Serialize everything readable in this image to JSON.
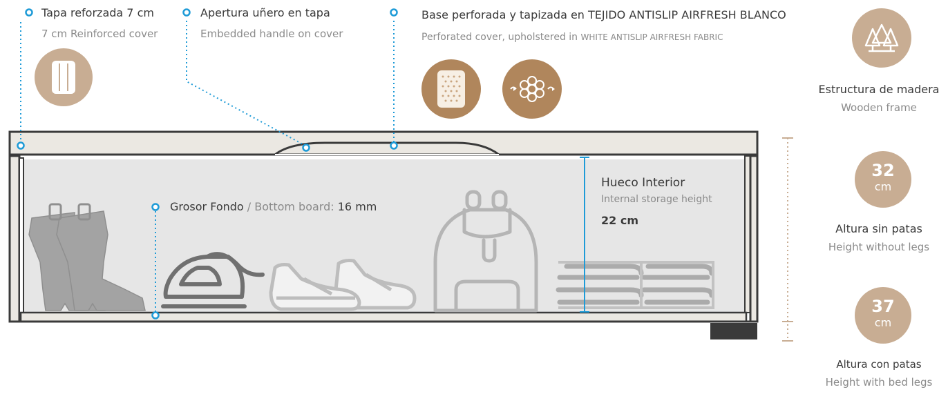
{
  "callouts": {
    "cover": {
      "es": "Tapa reforzada 7 cm",
      "en": "7 cm Reinforced cover"
    },
    "handle": {
      "es": "Apertura uñero en tapa",
      "en": "Embedded handle on cover"
    },
    "base": {
      "es": "Base perforada y tapizada en TEJIDO ANTISLIP AIRFRESH BLANCO",
      "en_prefix": "Perforated cover, upholstered in ",
      "en_caps": "WHITE ANTISLIP AIRFRESH FABRIC"
    },
    "bottom": {
      "es": "Grosor Fondo",
      "sep": " / ",
      "en": "Bottom board:",
      "value": " 16 mm"
    },
    "interior": {
      "es": "Hueco Interior",
      "en": "Internal storage height",
      "value": "22 cm"
    }
  },
  "specs": {
    "wood": {
      "es": "Estructura de madera",
      "en": "Wooden frame"
    },
    "no_legs": {
      "number": "32",
      "unit": "cm",
      "es": "Altura sin patas",
      "en": "Height without legs"
    },
    "with_legs": {
      "number": "37",
      "unit": "cm",
      "es": "Altura con patas",
      "en": "Height with bed legs"
    }
  },
  "colors": {
    "accent": "#1e9bd7",
    "tan": "#c8ad93",
    "frame": "#3a3a3a",
    "board": "#ebe8e2",
    "interior": "#e6e6e6"
  },
  "icons": [
    "reinforced-cover-icon",
    "perforated-fabric-icon",
    "airflow-flower-icon",
    "trees-icon",
    "boots-icon",
    "iron-icon",
    "sneakers-icon",
    "backpack-icon",
    "folded-towels-icon"
  ]
}
